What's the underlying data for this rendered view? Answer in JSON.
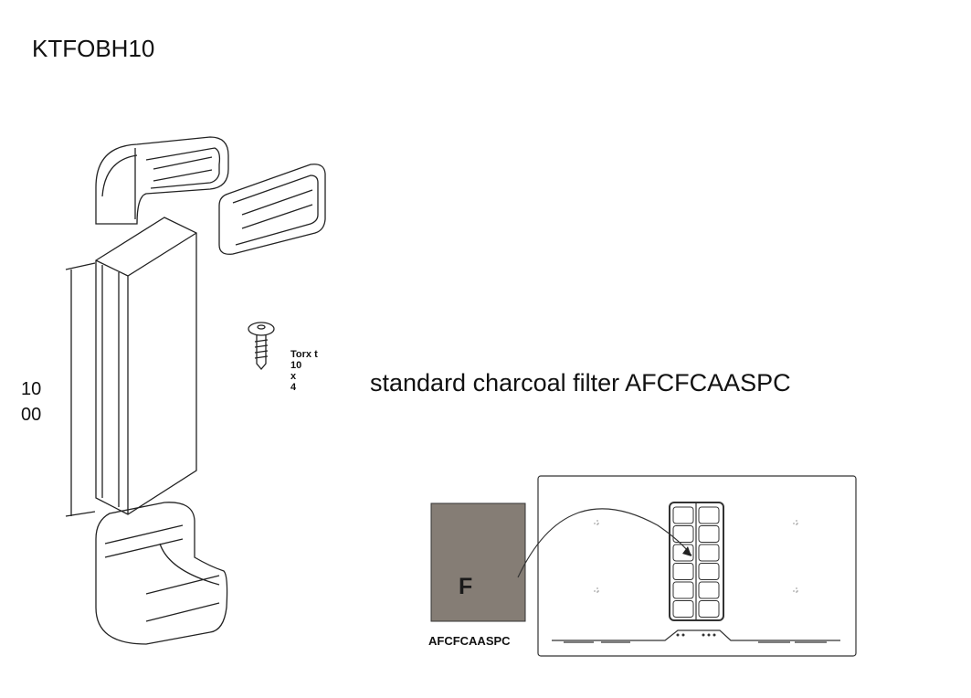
{
  "title": "KTFOBH10",
  "dimension": {
    "line1": "10",
    "line2": "00"
  },
  "screw": {
    "line1": "Torx t",
    "line2": "10",
    "line3": "x",
    "line4": "4"
  },
  "caption": "standard charcoal filter AFCFCAASPC",
  "filter": {
    "letter": "F",
    "label": "AFCFCAASPC",
    "color": "#857d75"
  }
}
